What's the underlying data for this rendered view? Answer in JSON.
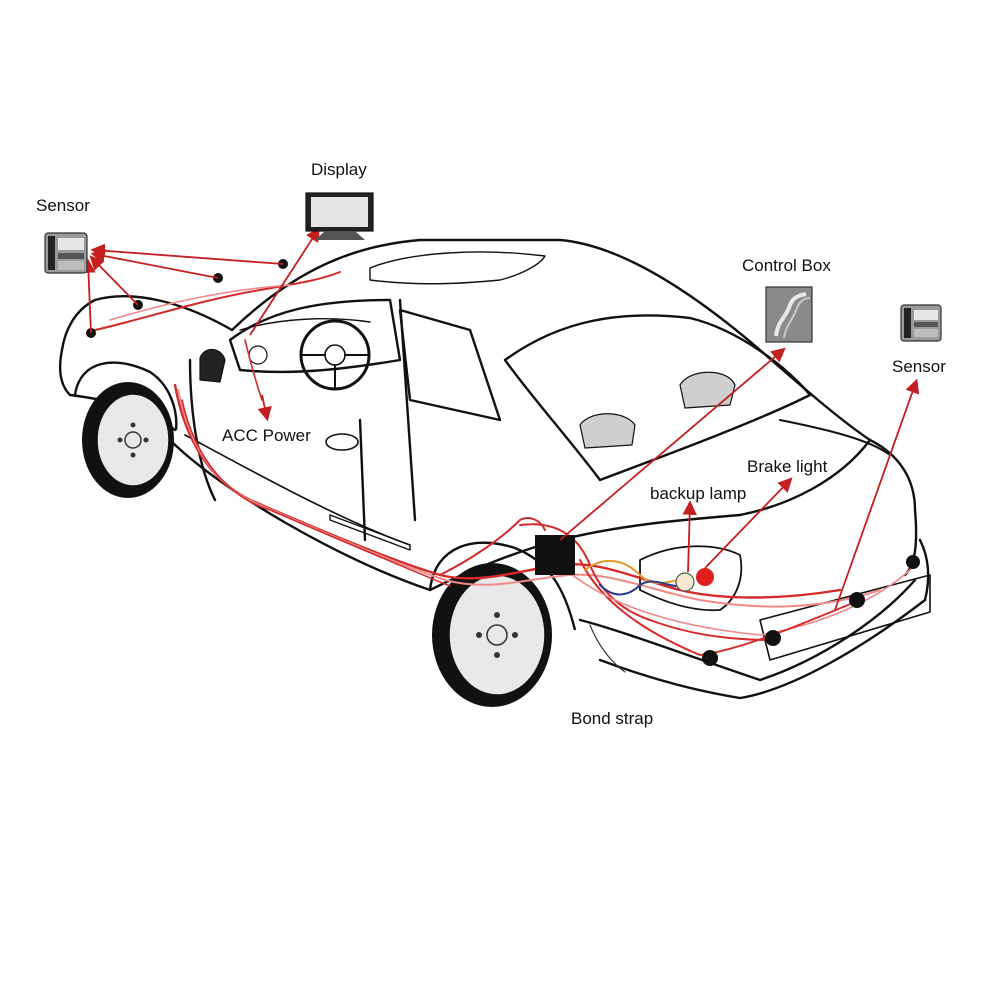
{
  "labels": {
    "sensor_left": "Sensor",
    "display": "Display",
    "control_box": "Control Box",
    "sensor_right": "Sensor",
    "acc_power": "ACC Power",
    "brake_light": "Brake light",
    "backup_lamp": "backup lamp",
    "bond_strap": "Bond strap"
  },
  "colors": {
    "outline": "#111111",
    "wire": "#d42a2a",
    "wire_light": "#f08a8a",
    "arrow": "#c41e1e",
    "brake_lamp": "#e0201c",
    "orange_wire": "#e09a2a",
    "blue_wire": "#2a3a8a"
  }
}
